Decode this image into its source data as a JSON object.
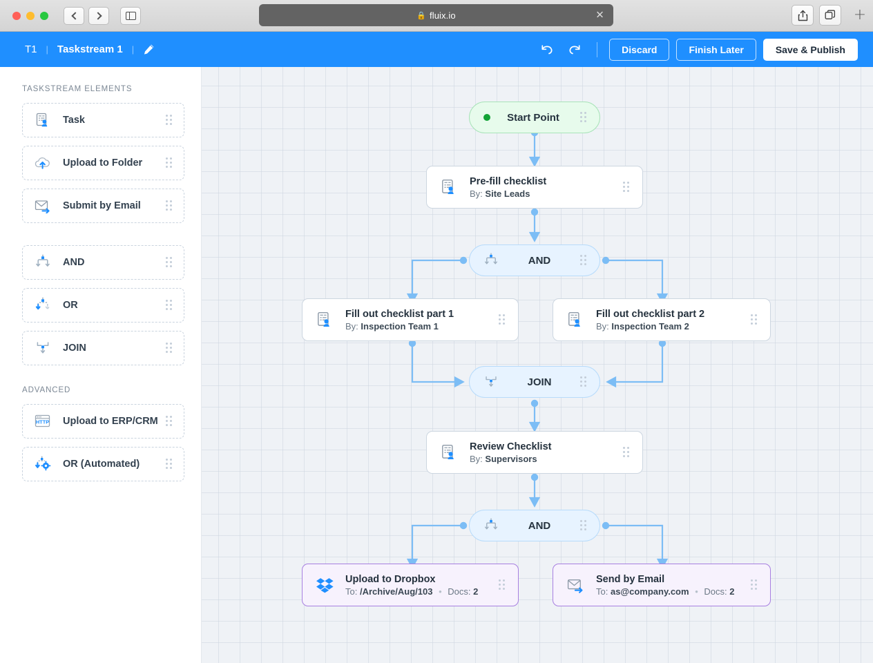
{
  "browser": {
    "tab_title": "fluix.io",
    "lock_icon": "lock-icon",
    "close_icon": "close-icon",
    "back_icon": "chevron-left-icon",
    "forward_icon": "chevron-right-icon",
    "sidebar_icon": "sidebar-toggle-icon",
    "share_icon": "share-icon",
    "tabs_icon": "show-tabs-icon",
    "new_tab_icon": "plus-icon"
  },
  "appbar": {
    "crumb_1": "T1",
    "crumb_2": "Taskstream 1",
    "separator": "|",
    "edit_icon": "pencil-icon",
    "undo_icon": "undo-icon",
    "redo_icon": "redo-icon",
    "discard_label": "Discard",
    "finish_later_label": "Finish Later",
    "save_publish_label": "Save & Publish",
    "accent_color": "#1f8fff"
  },
  "sidebar": {
    "section_1_title": "TASKSTREAM ELEMENTS",
    "section_2_title": "ADVANCED",
    "group_1": [
      {
        "label": "Task",
        "icon": "task-clipboard-icon"
      },
      {
        "label": "Upload to Folder",
        "icon": "cloud-upload-icon"
      },
      {
        "label": "Submit by Email",
        "icon": "envelope-send-icon"
      }
    ],
    "group_2": [
      {
        "label": "AND",
        "icon": "and-gate-icon"
      },
      {
        "label": "OR",
        "icon": "or-gate-icon"
      },
      {
        "label": "JOIN",
        "icon": "join-gate-icon"
      }
    ],
    "group_3": [
      {
        "label": "Upload to ERP/CRM",
        "icon": "http-window-icon"
      },
      {
        "label": "OR (Automated)",
        "icon": "or-automated-gear-icon"
      }
    ],
    "drag_handle_icon": "drag-handle-icon"
  },
  "flow": {
    "nodes": {
      "start": {
        "label": "Start Point",
        "icon": "start-dot-icon"
      },
      "prefill": {
        "title": "Pre-fill checklist",
        "subtitle_label": "By:",
        "subtitle_value": "Site Leads",
        "icon": "task-clipboard-icon"
      },
      "and_1": {
        "label": "AND",
        "icon": "and-gate-icon"
      },
      "fill_1": {
        "title": "Fill out checklist part 1",
        "subtitle_label": "By:",
        "subtitle_value": "Inspection Team 1",
        "icon": "task-clipboard-icon"
      },
      "fill_2": {
        "title": "Fill out checklist part 2",
        "subtitle_label": "By:",
        "subtitle_value": "Inspection Team 2",
        "icon": "task-clipboard-icon"
      },
      "join": {
        "label": "JOIN",
        "icon": "join-gate-icon"
      },
      "review": {
        "title": "Review Checklist",
        "subtitle_label": "By:",
        "subtitle_value": "Supervisors",
        "icon": "task-clipboard-icon"
      },
      "and_2": {
        "label": "AND",
        "icon": "and-gate-icon"
      },
      "dropbox": {
        "title": "Upload to Dropbox",
        "subtitle_label": "To:",
        "subtitle_value": "/Archive/Aug/103",
        "docs_label": "Docs:",
        "docs_value": "2",
        "icon": "dropbox-icon"
      },
      "email": {
        "title": "Send by Email",
        "subtitle_label": "To:",
        "subtitle_value": "as@company.com",
        "docs_label": "Docs:",
        "docs_value": "2",
        "icon": "envelope-send-icon"
      }
    },
    "colors": {
      "connector": "#7cbdf5",
      "start_fill": "#e7fbec",
      "start_border": "#a8e3b8",
      "gate_fill": "#e7f3ff",
      "gate_border": "#b7dbfb",
      "output_border": "#a77fe0",
      "output_fill": "#f7f2fd",
      "canvas_bg": "#eff2f6"
    }
  }
}
